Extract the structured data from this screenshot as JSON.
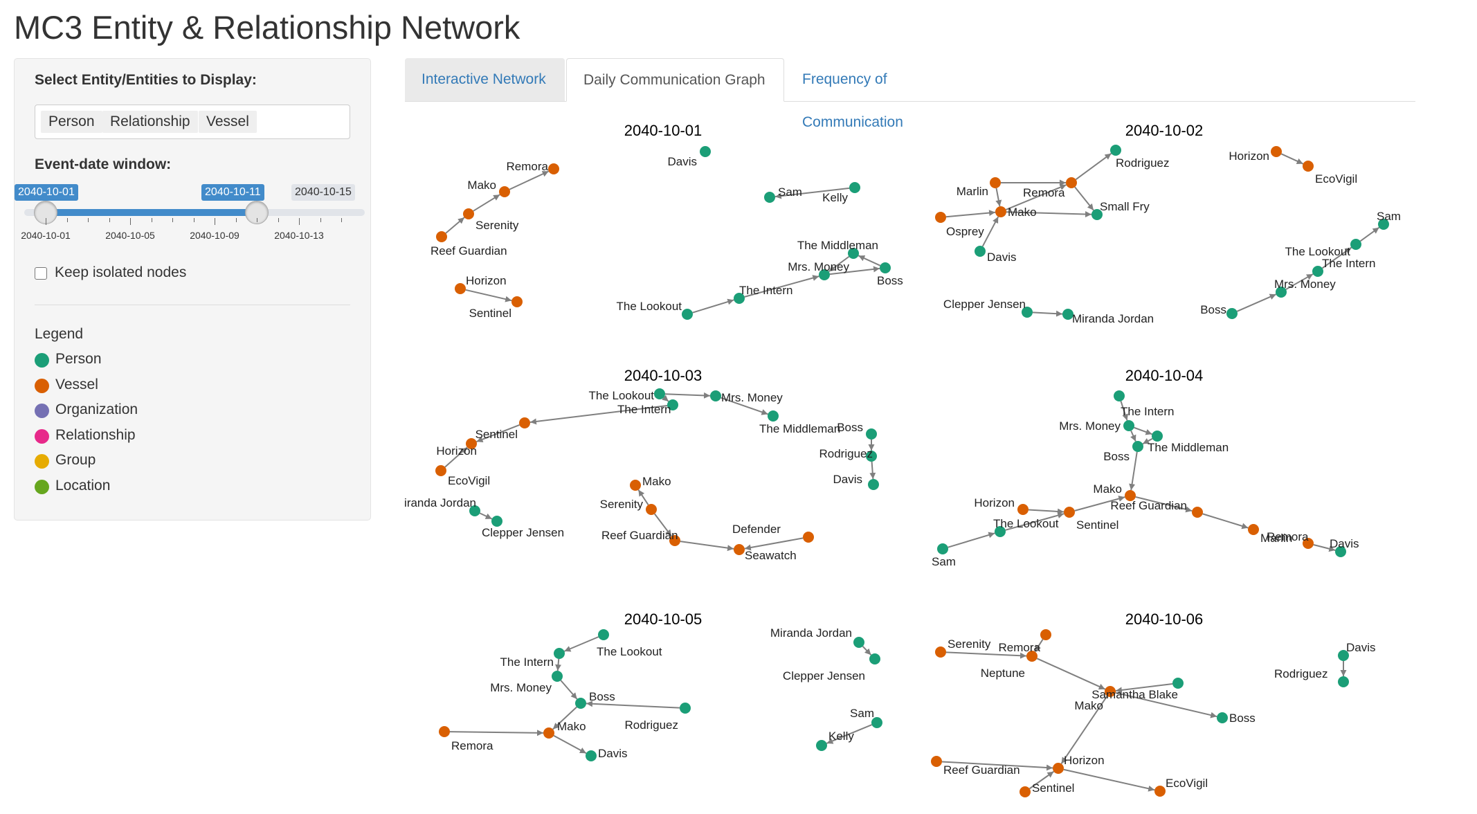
{
  "app": {
    "title": "MC3 Entity & Relationship Network"
  },
  "sidebar": {
    "select_label": "Select Entity/Entities to Display:",
    "selected": [
      "Person",
      "Relationship",
      "Vessel"
    ],
    "date_label": "Event-date window:",
    "slider": {
      "from": "2040-10-01",
      "to": "2040-10-11",
      "max": "2040-10-15",
      "ticks": [
        "2040-10-01",
        "2040-10-05",
        "2040-10-09",
        "2040-10-13"
      ]
    },
    "keep_isolated_label": "Keep isolated nodes",
    "keep_isolated_checked": false,
    "legend_title": "Legend",
    "legend": [
      {
        "label": "Person",
        "color": "#1b9e77"
      },
      {
        "label": "Vessel",
        "color": "#d95f02"
      },
      {
        "label": "Organization",
        "color": "#7570b3"
      },
      {
        "label": "Relationship",
        "color": "#e7298a"
      },
      {
        "label": "Group",
        "color": "#e6ab02"
      },
      {
        "label": "Location",
        "color": "#66a61e"
      }
    ]
  },
  "tabs": [
    {
      "label": "Interactive Network",
      "active": false
    },
    {
      "label": "Daily Communication Graph",
      "active": true
    },
    {
      "label": "Frequency of Communication",
      "active": false
    }
  ],
  "colors": {
    "person": "#1b9e77",
    "vessel": "#d95f02",
    "edge": "#7f7f7f",
    "tab_link": "#337ab7",
    "accent": "#428bca"
  },
  "panels": [
    {
      "date": "2040-10-01",
      "nodes": [
        {
          "label": "Remora",
          "type": "vessel"
        },
        {
          "label": "Mako",
          "type": "vessel"
        },
        {
          "label": "Serenity",
          "type": "vessel"
        },
        {
          "label": "Reef Guardian",
          "type": "vessel"
        },
        {
          "label": "Horizon",
          "type": "vessel"
        },
        {
          "label": "Sentinel",
          "type": "vessel"
        },
        {
          "label": "Davis",
          "type": "person"
        },
        {
          "label": "Sam",
          "type": "person"
        },
        {
          "label": "Kelly",
          "type": "person"
        },
        {
          "label": "The Middleman",
          "type": "person"
        },
        {
          "label": "Mrs. Money",
          "type": "person"
        },
        {
          "label": "Boss",
          "type": "person"
        },
        {
          "label": "The Intern",
          "type": "person"
        },
        {
          "label": "The Lookout",
          "type": "person"
        }
      ],
      "edges": [
        [
          "Mako",
          "Remora"
        ],
        [
          "Serenity",
          "Mako"
        ],
        [
          "Reef Guardian",
          "Serenity"
        ],
        [
          "Horizon",
          "Sentinel"
        ],
        [
          "Kelly",
          "Sam"
        ],
        [
          "The Lookout",
          "The Intern"
        ],
        [
          "The Intern",
          "Mrs. Money"
        ],
        [
          "Mrs. Money",
          "Boss"
        ],
        [
          "Boss",
          "The Middleman"
        ],
        [
          "The Middleman",
          "Mrs. Money"
        ]
      ]
    },
    {
      "date": "2040-10-02",
      "nodes": [
        {
          "label": "Rodriguez",
          "type": "person"
        },
        {
          "label": "Marlin",
          "type": "vessel"
        },
        {
          "label": "Remora",
          "type": "vessel"
        },
        {
          "label": "Mako",
          "type": "vessel"
        },
        {
          "label": "Small Fry",
          "type": "person"
        },
        {
          "label": "Osprey",
          "type": "vessel"
        },
        {
          "label": "Davis",
          "type": "person"
        },
        {
          "label": "Horizon",
          "type": "vessel"
        },
        {
          "label": "EcoVigil",
          "type": "vessel"
        },
        {
          "label": "Sam",
          "type": "person"
        },
        {
          "label": "The Lookout",
          "type": "person"
        },
        {
          "label": "The Intern",
          "type": "person"
        },
        {
          "label": "Mrs. Money",
          "type": "person"
        },
        {
          "label": "Boss",
          "type": "person"
        },
        {
          "label": "Clepper Jensen",
          "type": "person"
        },
        {
          "label": "Miranda Jordan",
          "type": "person"
        }
      ],
      "edges": [
        [
          "Remora",
          "Rodriguez"
        ],
        [
          "Marlin",
          "Remora"
        ],
        [
          "Marlin",
          "Mako"
        ],
        [
          "Mako",
          "Remora"
        ],
        [
          "Remora",
          "Small Fry"
        ],
        [
          "Mako",
          "Small Fry"
        ],
        [
          "Osprey",
          "Mako"
        ],
        [
          "Davis",
          "Mako"
        ],
        [
          "Horizon",
          "EcoVigil"
        ],
        [
          "The Lookout",
          "Sam"
        ],
        [
          "The Intern",
          "The Lookout"
        ],
        [
          "Mrs. Money",
          "The Intern"
        ],
        [
          "Boss",
          "Mrs. Money"
        ],
        [
          "Clepper Jensen",
          "Miranda Jordan"
        ]
      ]
    },
    {
      "date": "2040-10-03",
      "nodes": [
        {
          "label": "The Lookout",
          "type": "person"
        },
        {
          "label": "Mrs. Money",
          "type": "person"
        },
        {
          "label": "The Intern",
          "type": "person"
        },
        {
          "label": "The Middleman",
          "type": "person"
        },
        {
          "label": "Sentinel",
          "type": "vessel"
        },
        {
          "label": "Horizon",
          "type": "vessel"
        },
        {
          "label": "EcoVigil",
          "type": "vessel"
        },
        {
          "label": "Boss",
          "type": "person"
        },
        {
          "label": "Rodriguez",
          "type": "person"
        },
        {
          "label": "Davis",
          "type": "person"
        },
        {
          "label": "Miranda Jordan",
          "type": "person"
        },
        {
          "label": "Clepper Jensen",
          "type": "person"
        },
        {
          "label": "Mako",
          "type": "vessel"
        },
        {
          "label": "Serenity",
          "type": "vessel"
        },
        {
          "label": "Reef Guardian",
          "type": "vessel"
        },
        {
          "label": "Defender",
          "type": "vessel"
        },
        {
          "label": "Seawatch",
          "type": "vessel"
        }
      ],
      "edges": [
        [
          "The Lookout",
          "Mrs. Money"
        ],
        [
          "The Lookout",
          "The Intern"
        ],
        [
          "Mrs. Money",
          "The Middleman"
        ],
        [
          "The Intern",
          "Sentinel"
        ],
        [
          "Sentinel",
          "Horizon"
        ],
        [
          "EcoVigil",
          "Horizon"
        ],
        [
          "Boss",
          "Rodriguez"
        ],
        [
          "Rodriguez",
          "Davis"
        ],
        [
          "Miranda Jordan",
          "Clepper Jensen"
        ],
        [
          "Serenity",
          "Mako"
        ],
        [
          "Serenity",
          "Reef Guardian"
        ],
        [
          "Reef Guardian",
          "Seawatch"
        ],
        [
          "Defender",
          "Seawatch"
        ]
      ]
    },
    {
      "date": "2040-10-04",
      "nodes": [
        {
          "label": "The Intern",
          "type": "person"
        },
        {
          "label": "Mrs. Money",
          "type": "person"
        },
        {
          "label": "The Middleman",
          "type": "person"
        },
        {
          "label": "Boss",
          "type": "person"
        },
        {
          "label": "Mako",
          "type": "vessel"
        },
        {
          "label": "Horizon",
          "type": "vessel"
        },
        {
          "label": "Sentinel",
          "type": "vessel"
        },
        {
          "label": "Reef Guardian",
          "type": "vessel"
        },
        {
          "label": "Marlin",
          "type": "vessel"
        },
        {
          "label": "Remora",
          "type": "vessel"
        },
        {
          "label": "Davis",
          "type": "person"
        },
        {
          "label": "The Lookout",
          "type": "person"
        },
        {
          "label": "Sam",
          "type": "person"
        }
      ],
      "edges": [
        [
          "The Intern",
          "Mrs. Money"
        ],
        [
          "Mrs. Money",
          "The Middleman"
        ],
        [
          "Mrs. Money",
          "Boss"
        ],
        [
          "The Middleman",
          "Boss"
        ],
        [
          "Boss",
          "Mako"
        ],
        [
          "Horizon",
          "Sentinel"
        ],
        [
          "Sentinel",
          "Mako"
        ],
        [
          "Mako",
          "Reef Guardian"
        ],
        [
          "Reef Guardian",
          "Marlin"
        ],
        [
          "Remora",
          "Davis"
        ],
        [
          "The Lookout",
          "Sentinel"
        ],
        [
          "Sam",
          "The Lookout"
        ]
      ]
    },
    {
      "date": "2040-10-05",
      "nodes": [
        {
          "label": "The Lookout",
          "type": "person"
        },
        {
          "label": "The Intern",
          "type": "person"
        },
        {
          "label": "Mrs. Money",
          "type": "person"
        },
        {
          "label": "Boss",
          "type": "person"
        },
        {
          "label": "Rodriguez",
          "type": "person"
        },
        {
          "label": "Mako",
          "type": "vessel"
        },
        {
          "label": "Remora",
          "type": "vessel"
        },
        {
          "label": "Davis",
          "type": "person"
        },
        {
          "label": "Miranda Jordan",
          "type": "person"
        },
        {
          "label": "Clepper Jensen",
          "type": "person"
        },
        {
          "label": "Sam",
          "type": "person"
        },
        {
          "label": "Kelly",
          "type": "person"
        }
      ],
      "edges": [
        [
          "The Lookout",
          "The Intern"
        ],
        [
          "The Intern",
          "Mrs. Money"
        ],
        [
          "Mrs. Money",
          "Boss"
        ],
        [
          "Rodriguez",
          "Boss"
        ],
        [
          "Boss",
          "Mako"
        ],
        [
          "Remora",
          "Mako"
        ],
        [
          "Mako",
          "Davis"
        ],
        [
          "Miranda Jordan",
          "Clepper Jensen"
        ],
        [
          "Sam",
          "Kelly"
        ]
      ]
    },
    {
      "date": "2040-10-06",
      "nodes": [
        {
          "label": "Remora",
          "type": "vessel"
        },
        {
          "label": "Serenity",
          "type": "vessel"
        },
        {
          "label": "Neptune",
          "type": "vessel"
        },
        {
          "label": "Samantha Blake",
          "type": "person"
        },
        {
          "label": "Mako",
          "type": "vessel"
        },
        {
          "label": "Boss",
          "type": "person"
        },
        {
          "label": "Horizon",
          "type": "vessel"
        },
        {
          "label": "Reef Guardian",
          "type": "vessel"
        },
        {
          "label": "Sentinel",
          "type": "vessel"
        },
        {
          "label": "EcoVigil",
          "type": "vessel"
        },
        {
          "label": "Davis",
          "type": "person"
        },
        {
          "label": "Rodriguez",
          "type": "person"
        }
      ],
      "edges": [
        [
          "Remora",
          "Neptune"
        ],
        [
          "Serenity",
          "Neptune"
        ],
        [
          "Neptune",
          "Mako"
        ],
        [
          "Samantha Blake",
          "Mako"
        ],
        [
          "Mako",
          "Boss"
        ],
        [
          "Mako",
          "Horizon"
        ],
        [
          "Reef Guardian",
          "Horizon"
        ],
        [
          "Sentinel",
          "Horizon"
        ],
        [
          "Horizon",
          "EcoVigil"
        ],
        [
          "Davis",
          "Rodriguez"
        ]
      ]
    }
  ]
}
